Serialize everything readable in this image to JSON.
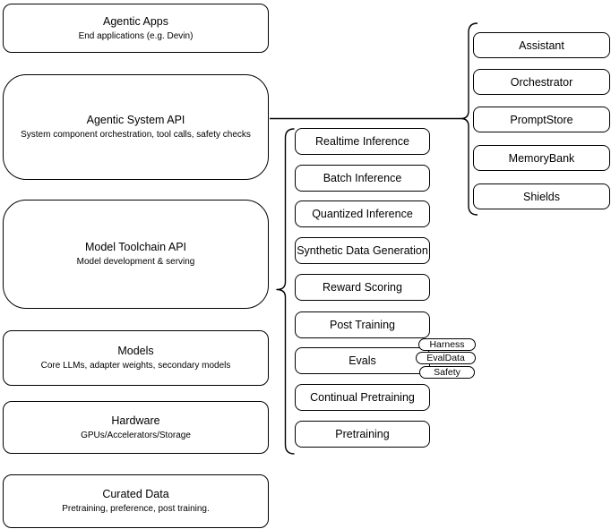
{
  "diagram": {
    "left_column": {
      "boxes": [
        {
          "title": "Agentic Apps",
          "subtitle": "End applications (e.g. Devin)"
        },
        {
          "title": "Agentic System API",
          "subtitle": "System component orchestration, tool calls, safety checks"
        },
        {
          "title": "Model Toolchain API",
          "subtitle": "Model development & serving"
        },
        {
          "title": "Models",
          "subtitle": "Core LLMs, adapter weights, secondary models"
        },
        {
          "title": "Hardware",
          "subtitle": "GPUs/Accelerators/Storage"
        },
        {
          "title": "Curated Data",
          "subtitle": "Pretraining, preference, post training."
        }
      ]
    },
    "toolchain_column": {
      "items": [
        "Realtime Inference",
        "Batch Inference",
        "Quantized Inference",
        "Synthetic Data Generation",
        "Reward Scoring",
        "Post Training",
        "Evals",
        "Continual Pretraining",
        "Pretraining"
      ]
    },
    "eval_pills": [
      "Harness",
      "EvalData",
      "Safety"
    ],
    "system_components": [
      "Assistant",
      "Orchestrator",
      "PromptStore",
      "MemoryBank",
      "Shields"
    ],
    "colors": {
      "stroke": "#000000",
      "fill": "#ffffff",
      "background": "#ffffff"
    }
  }
}
